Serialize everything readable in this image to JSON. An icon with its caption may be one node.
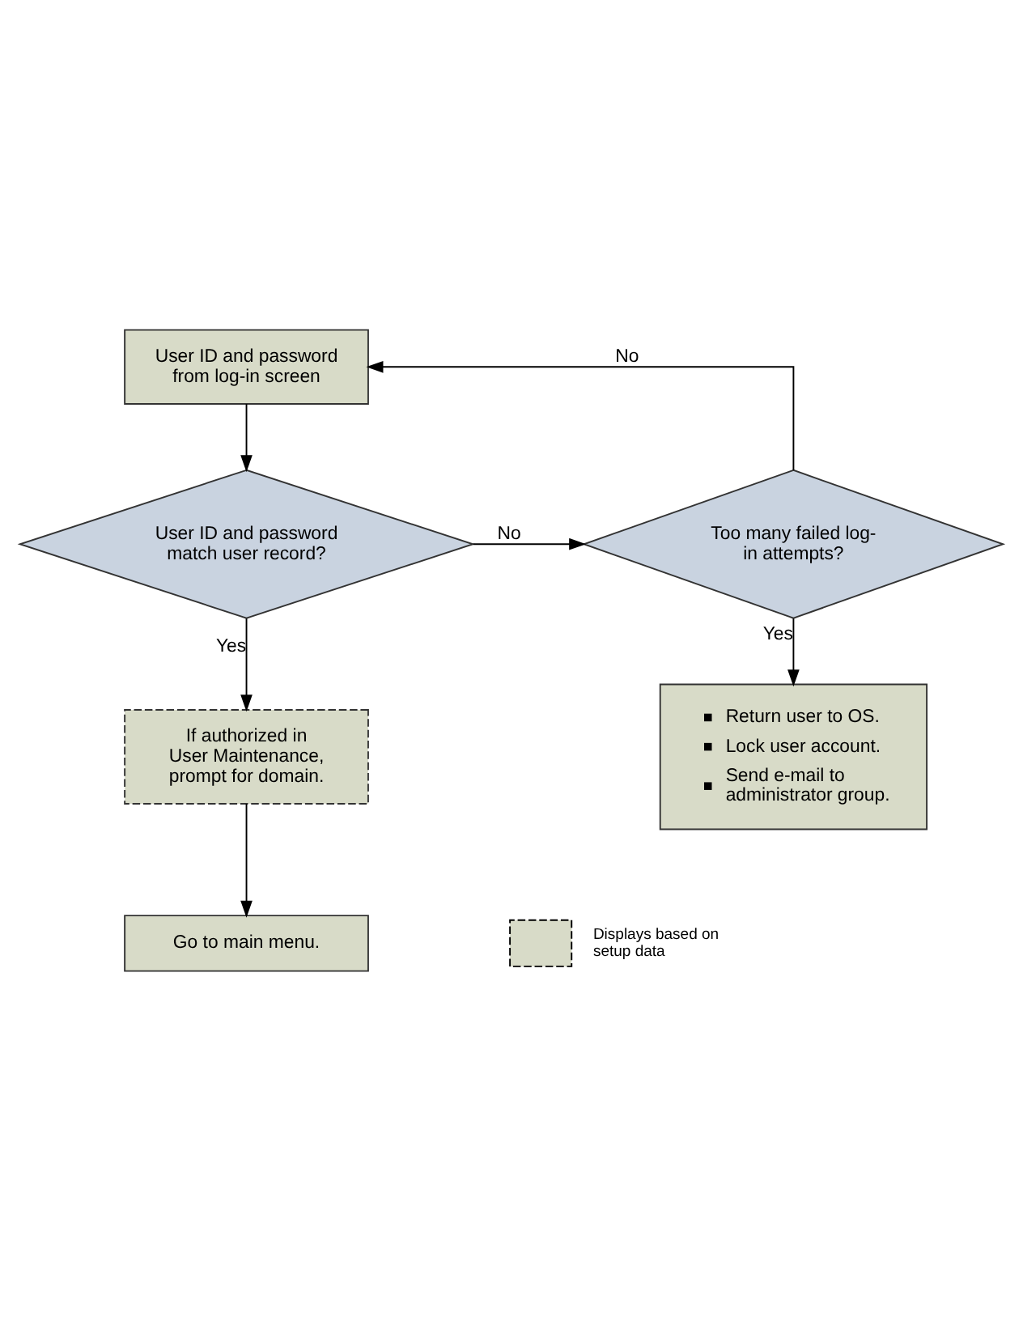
{
  "diagram": {
    "nodes": [
      {
        "text": [
          "User ID and password from log-in screen"
        ]
      },
      {
        "text": [
          "User ID and password match user record?"
        ]
      },
      {
        "text": [
          "Too many failed log-in attempts?"
        ]
      },
      {
        "text": [
          "If authorized in User Maintenance, prompt for domain."
        ]
      },
      {
        "text": [
          "Return user to OS.",
          "Lock user account.",
          "Send e-mail to administrator group."
        ]
      },
      {
        "text": [
          "Go to main menu."
        ]
      }
    ],
    "edges": [
      {
        "from": 0,
        "to": 1,
        "arrow": "to"
      },
      {
        "from": 1,
        "to": 2,
        "arrow": "to",
        "label": "No"
      },
      {
        "from": 2,
        "to": 0,
        "arrow": "to",
        "label": "No"
      },
      {
        "from": 1,
        "to": 3,
        "arrow": "to",
        "label": "Yes"
      },
      {
        "from": 2,
        "to": 4,
        "arrow": "to",
        "label": "Yes"
      },
      {
        "from": 3,
        "to": 5,
        "arrow": "to"
      }
    ],
    "legend": [
      {
        "text": "Displays based on setup data"
      }
    ]
  }
}
